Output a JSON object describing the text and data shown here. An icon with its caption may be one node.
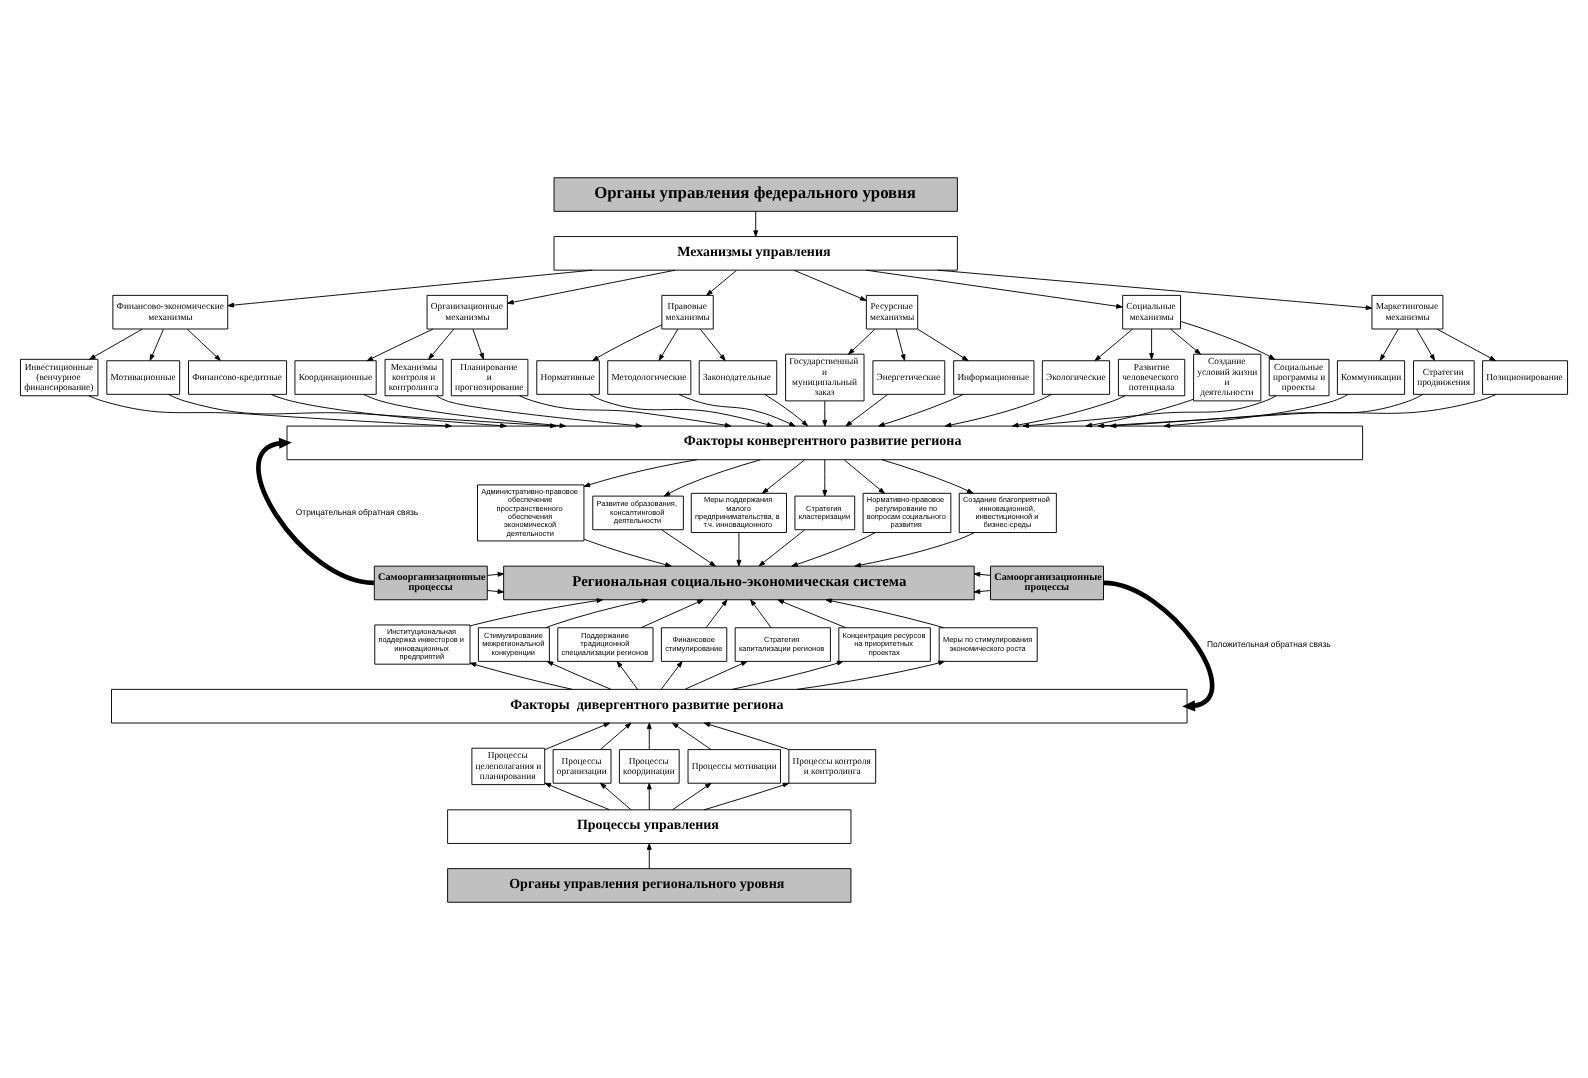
{
  "diagram": {
    "nodes": [
      {
        "text": [
          "Органы управления федерального уровня"
        ]
      },
      {
        "text": [
          "Механизмы управления"
        ]
      },
      {
        "text": [
          "Финансово-экономические механизмы"
        ]
      },
      {
        "text": [
          "Финансово-кредитные"
        ]
      },
      {
        "text": [
          "Инвестиционные (венчурное финансирование)"
        ]
      },
      {
        "text": [
          "Мотивационные"
        ]
      },
      {
        "text": [
          "Организационные механизмы"
        ]
      },
      {
        "text": [
          "Планирование и прогнозирование"
        ]
      },
      {
        "text": [
          "Координационные"
        ]
      },
      {
        "text": [
          "Механизмы контроля и контролинга"
        ]
      },
      {
        "text": [
          "Правовые механизмы"
        ]
      },
      {
        "text": [
          "Законодательные"
        ]
      },
      {
        "text": [
          "Нормативные"
        ]
      },
      {
        "text": [
          "Методологические"
        ]
      },
      {
        "text": [
          "Ресурсные механизмы"
        ]
      },
      {
        "text": [
          "Информационные"
        ]
      },
      {
        "text": [
          "Государственный и муниципальный заказ"
        ]
      },
      {
        "text": [
          "Энергетические"
        ]
      },
      {
        "text": [
          "Социальные механизмы"
        ]
      },
      {
        "text": [
          "Развитие человеческого потенциала"
        ]
      },
      {
        "text": [
          "Создание условий жизни и деятельности"
        ]
      },
      {
        "text": [
          "Социальные программы и проекты"
        ]
      },
      {
        "text": [
          "Экологические"
        ]
      },
      {
        "text": [
          "Маркетинговые механизмы"
        ]
      },
      {
        "text": [
          "Позиционирование"
        ]
      },
      {
        "text": [
          "Коммуникации"
        ]
      },
      {
        "text": [
          "Стратегии продвижения"
        ]
      },
      {
        "text": [
          "Факторы конвергентного развитие региона"
        ]
      },
      {
        "text": [
          "Нормативно-правовое регулирование по вопросам социального развития"
        ]
      },
      {
        "text": [
          "Создание благоприятной инновационной, инвестиционной и бизнес-среды"
        ]
      },
      {
        "text": [
          "Административно-правовое обеспечение пространственного обеспечения экономической деятельности"
        ]
      },
      {
        "text": [
          "Развитие образования, консалтинговой деятельности"
        ]
      },
      {
        "text": [
          "Меры поддержания малого предпринимательства, в т.ч. инновационного"
        ]
      },
      {
        "text": [
          "Стратегия кластеризации"
        ]
      },
      {
        "text": [
          "Региональная социально-экономическая система"
        ]
      },
      {
        "text": [
          "Самоорганизационные процессы"
        ]
      },
      {
        "text": [
          "Самоорганизационные процессы"
        ]
      },
      {
        "text": [
          "Концентрация ресурсов на приоритетных проектах"
        ]
      },
      {
        "text": [
          "Меры по стимулирования экономического роста"
        ]
      },
      {
        "text": [
          "Институциональная поддержка инвесторов и инновационных предприятий"
        ]
      },
      {
        "text": [
          "Стимулирование межрегиональной конкуренции"
        ]
      },
      {
        "text": [
          "Поддержание традиционной специализации регионов"
        ]
      },
      {
        "text": [
          "Финансовое стимулирование"
        ]
      },
      {
        "text": [
          "Стратегия капитализации регионов"
        ]
      },
      {
        "text": [
          "Факторы  дивергентного развитие региона"
        ]
      },
      {
        "text": [
          "Процессы целеполагания и планирования"
        ]
      },
      {
        "text": [
          "Процессы организации"
        ]
      },
      {
        "text": [
          "Процессы координации"
        ]
      },
      {
        "text": [
          "Процессы мотивации"
        ]
      },
      {
        "text": [
          "Процессы контроля и контролинга"
        ]
      },
      {
        "text": [
          "Процессы управления"
        ]
      },
      {
        "text": [
          "Органы управления регионального уровня"
        ]
      }
    ],
    "edges": [
      {
        "from": 0,
        "to": 1,
        "arrow": "to"
      },
      {
        "from": 1,
        "to": 2,
        "arrow": "to"
      },
      {
        "from": 1,
        "to": 6,
        "arrow": "to"
      },
      {
        "from": 1,
        "to": 10,
        "arrow": "to"
      },
      {
        "from": 1,
        "to": 14,
        "arrow": "to"
      },
      {
        "from": 1,
        "to": 18,
        "arrow": "to"
      },
      {
        "from": 1,
        "to": 23,
        "arrow": "to"
      },
      {
        "from": 2,
        "to": 3,
        "arrow": "to"
      },
      {
        "from": 2,
        "to": 4,
        "arrow": "to"
      },
      {
        "from": 2,
        "to": 5,
        "arrow": "to"
      },
      {
        "from": 6,
        "to": 7,
        "arrow": "to"
      },
      {
        "from": 6,
        "to": 8,
        "arrow": "to"
      },
      {
        "from": 6,
        "to": 9,
        "arrow": "to"
      },
      {
        "from": 10,
        "to": 11,
        "arrow": "to"
      },
      {
        "from": 10,
        "to": 12,
        "arrow": "to"
      },
      {
        "from": 10,
        "to": 13,
        "arrow": "to"
      },
      {
        "from": 14,
        "to": 15,
        "arrow": "to"
      },
      {
        "from": 14,
        "to": 16,
        "arrow": "to"
      },
      {
        "from": 14,
        "to": 17,
        "arrow": "to"
      },
      {
        "from": 18,
        "to": 19,
        "arrow": "to"
      },
      {
        "from": 18,
        "to": 20,
        "arrow": "to"
      },
      {
        "from": 18,
        "to": 21,
        "arrow": "to"
      },
      {
        "from": 18,
        "to": 22,
        "arrow": "to"
      },
      {
        "from": 23,
        "to": 24,
        "arrow": "to"
      },
      {
        "from": 23,
        "to": 25,
        "arrow": "to"
      },
      {
        "from": 23,
        "to": 26,
        "arrow": "to"
      },
      {
        "from": 3,
        "to": 27,
        "arrow": "to"
      },
      {
        "from": 4,
        "to": 27,
        "arrow": "to"
      },
      {
        "from": 5,
        "to": 27,
        "arrow": "to"
      },
      {
        "from": 7,
        "to": 27,
        "arrow": "to"
      },
      {
        "from": 8,
        "to": 27,
        "arrow": "to"
      },
      {
        "from": 9,
        "to": 27,
        "arrow": "to"
      },
      {
        "from": 11,
        "to": 27,
        "arrow": "to"
      },
      {
        "from": 12,
        "to": 27,
        "arrow": "to"
      },
      {
        "from": 13,
        "to": 27,
        "arrow": "to"
      },
      {
        "from": 15,
        "to": 27,
        "arrow": "to"
      },
      {
        "from": 16,
        "to": 27,
        "arrow": "to"
      },
      {
        "from": 17,
        "to": 27,
        "arrow": "to"
      },
      {
        "from": 19,
        "to": 27,
        "arrow": "to"
      },
      {
        "from": 20,
        "to": 27,
        "arrow": "to"
      },
      {
        "from": 21,
        "to": 27,
        "arrow": "to"
      },
      {
        "from": 22,
        "to": 27,
        "arrow": "to"
      },
      {
        "from": 24,
        "to": 27,
        "arrow": "to"
      },
      {
        "from": 25,
        "to": 27,
        "arrow": "to"
      },
      {
        "from": 26,
        "to": 27,
        "arrow": "to"
      },
      {
        "from": 27,
        "to": 28,
        "arrow": "to"
      },
      {
        "from": 27,
        "to": 29,
        "arrow": "to"
      },
      {
        "from": 27,
        "to": 30,
        "arrow": "to"
      },
      {
        "from": 27,
        "to": 31,
        "arrow": "to"
      },
      {
        "from": 27,
        "to": 32,
        "arrow": "to"
      },
      {
        "from": 27,
        "to": 33,
        "arrow": "to"
      },
      {
        "from": 28,
        "to": 34,
        "arrow": "to"
      },
      {
        "from": 29,
        "to": 34,
        "arrow": "to"
      },
      {
        "from": 30,
        "to": 34,
        "arrow": "to"
      },
      {
        "from": 31,
        "to": 34,
        "arrow": "to"
      },
      {
        "from": 32,
        "to": 34,
        "arrow": "to"
      },
      {
        "from": 33,
        "to": 34,
        "arrow": "to"
      },
      {
        "from": 35,
        "to": 34,
        "arrow": "to"
      },
      {
        "from": 35,
        "to": 34,
        "arrow": "to"
      },
      {
        "from": 36,
        "to": 34,
        "arrow": "to"
      },
      {
        "from": 36,
        "to": 34,
        "arrow": "to"
      },
      {
        "from": 35,
        "to": 27,
        "arrow": "to",
        "label": "Отрицательная обратная связь",
        "style": "thick"
      },
      {
        "from": 36,
        "to": 44,
        "arrow": "to",
        "label": "Положительная обратная связь",
        "style": "thick"
      },
      {
        "from": 37,
        "to": 34,
        "arrow": "to"
      },
      {
        "from": 38,
        "to": 34,
        "arrow": "to"
      },
      {
        "from": 39,
        "to": 34,
        "arrow": "to"
      },
      {
        "from": 40,
        "to": 34,
        "arrow": "to"
      },
      {
        "from": 41,
        "to": 34,
        "arrow": "to"
      },
      {
        "from": 42,
        "to": 34,
        "arrow": "to"
      },
      {
        "from": 43,
        "to": 34,
        "arrow": "to"
      },
      {
        "from": 44,
        "to": 37,
        "arrow": "to"
      },
      {
        "from": 44,
        "to": 38,
        "arrow": "to"
      },
      {
        "from": 44,
        "to": 39,
        "arrow": "to"
      },
      {
        "from": 44,
        "to": 40,
        "arrow": "to"
      },
      {
        "from": 44,
        "to": 41,
        "arrow": "to"
      },
      {
        "from": 44,
        "to": 42,
        "arrow": "to"
      },
      {
        "from": 44,
        "to": 43,
        "arrow": "to"
      },
      {
        "from": 45,
        "to": 44,
        "arrow": "to"
      },
      {
        "from": 46,
        "to": 44,
        "arrow": "to"
      },
      {
        "from": 47,
        "to": 44,
        "arrow": "to"
      },
      {
        "from": 48,
        "to": 44,
        "arrow": "to"
      },
      {
        "from": 49,
        "to": 44,
        "arrow": "to"
      },
      {
        "from": 50,
        "to": 45,
        "arrow": "to"
      },
      {
        "from": 50,
        "to": 46,
        "arrow": "to"
      },
      {
        "from": 50,
        "to": 47,
        "arrow": "to"
      },
      {
        "from": 50,
        "to": 48,
        "arrow": "to"
      },
      {
        "from": 50,
        "to": 49,
        "arrow": "to"
      },
      {
        "from": 51,
        "to": 50,
        "arrow": "to"
      }
    ]
  }
}
